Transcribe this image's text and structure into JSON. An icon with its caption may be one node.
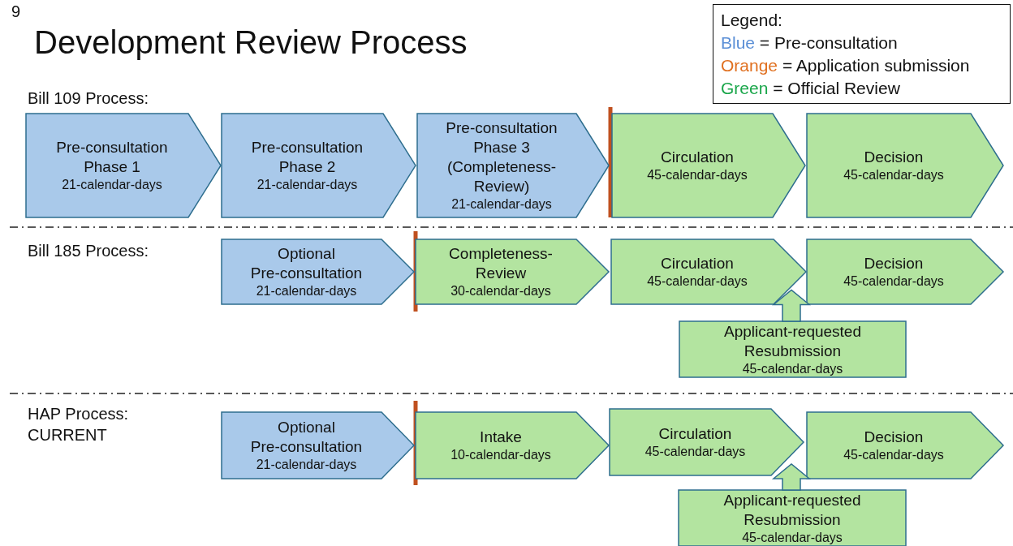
{
  "diagram": {
    "title": "Development Review Process",
    "nodes": [
      {
        "text": [
          "Pre-consultation Phase 1",
          "21-calendar-days"
        ]
      },
      {
        "text": [
          "Pre-consultation Phase 2",
          "21-calendar-days"
        ]
      },
      {
        "text": [
          "Pre-consultation Phase 3 (Completeness-Review)",
          "21-calendar-days"
        ]
      },
      {
        "text": [
          "Circulation",
          "45-calendar-days"
        ]
      },
      {
        "text": [
          "Decision",
          "45-calendar-days"
        ]
      },
      {
        "text": [
          "Optional Pre-consultation",
          "21-calendar-days"
        ]
      },
      {
        "text": [
          "Completeness-Review",
          "30-calendar-days"
        ]
      },
      {
        "text": [
          "Circulation",
          "45-calendar-days"
        ]
      },
      {
        "text": [
          "Decision",
          "45-calendar-days"
        ]
      },
      {
        "text": [
          "Applicant-requested Resubmission",
          "45-calendar-days"
        ]
      },
      {
        "text": [
          "Optional Pre-consultation",
          "21-calendar-days"
        ]
      },
      {
        "text": [
          "Intake",
          "10-calendar-days"
        ]
      },
      {
        "text": [
          "Circulation",
          "45-calendar-days"
        ]
      },
      {
        "text": [
          "Decision",
          "45-calendar-days"
        ]
      },
      {
        "text": [
          "Applicant-requested Resubmission",
          "45-calendar-days"
        ]
      }
    ],
    "edges": [
      {
        "from": 9,
        "to": 8,
        "arrow": "to",
        "style": "thick"
      },
      {
        "from": 14,
        "to": 13,
        "arrow": "to",
        "style": "thick"
      }
    ],
    "labels": [
      "9",
      "Bill 109 Process:",
      "Bill 185 Process:",
      "HAP Process: CURRENT",
      "Legend:"
    ],
    "legend": [
      {
        "text": "Blue = Pre-consultation",
        "color": "#5b8fd6"
      },
      {
        "text": "Orange = Application submission",
        "color": "#e07020"
      },
      {
        "text": "Green = Official Review",
        "color": "#1aa64a"
      }
    ]
  }
}
